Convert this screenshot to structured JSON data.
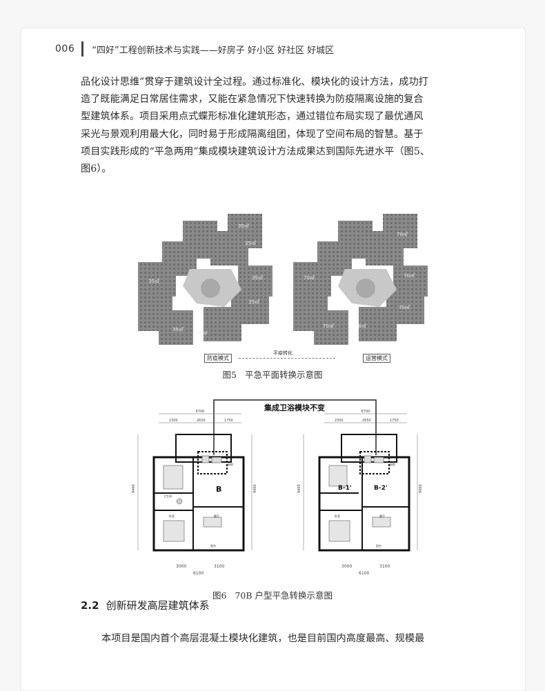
{
  "header": {
    "page_number": "006",
    "book_title": "“四好”工程创新技术与实践——好房子 好小区 好社区 好城区"
  },
  "body": {
    "lines": [
      "品化设计思维”贯穿于建筑设计全过程。通过标准化、模块化的设计方法，成功打",
      "造了既能满足日常居住需求，又能在紧急情况下快速转换为防疫隔离设施的复合",
      "型建筑体系。项目采用点式蝶形标准化建筑形态，通过错位布局实现了最优通风",
      "采光与景观利用最大化，同时易于形成隔离组团，体现了空间布局的智慧。基于",
      "项目实践形成的“平急两用”集成模块建筑设计方法成果达到国际先进水平（图5、",
      "图6）。"
    ]
  },
  "figure5": {
    "left_label": "防疫模式",
    "right_label": "运营模式",
    "arrow_label": "平疫转化",
    "area_left": "35㎡",
    "area_right": "70㎡",
    "caption_number": "图5",
    "caption_text": "平急平面转换示意图"
  },
  "figure6": {
    "banner": "集成卫浴模块不变",
    "unit_left": "B",
    "unit_right_1": "B-1'",
    "unit_right_2": "B-2'",
    "dim_total_top": "6700",
    "dim_top_1": "2300",
    "dim_top_2": "2650",
    "dim_top_3": "1750",
    "dim_bottom_1": "3000",
    "dim_bottom_2": "3100",
    "dim_total_bottom": "6100",
    "dim_side_total": "9400",
    "room_kitchen": "厨房",
    "room_living": "客厅",
    "room_balcony": "阳台",
    "room_bedroom": "卧室",
    "room_bath": "卫生间",
    "caption_number": "图6",
    "caption_text": "70B 户型平急转换示意图"
  },
  "section": {
    "number": "2.2",
    "title": "创新研发高层建筑体系"
  },
  "tail_text": "本项目是国内首个高层混凝土模块化建筑，也是目前国内高度最高、规模最"
}
